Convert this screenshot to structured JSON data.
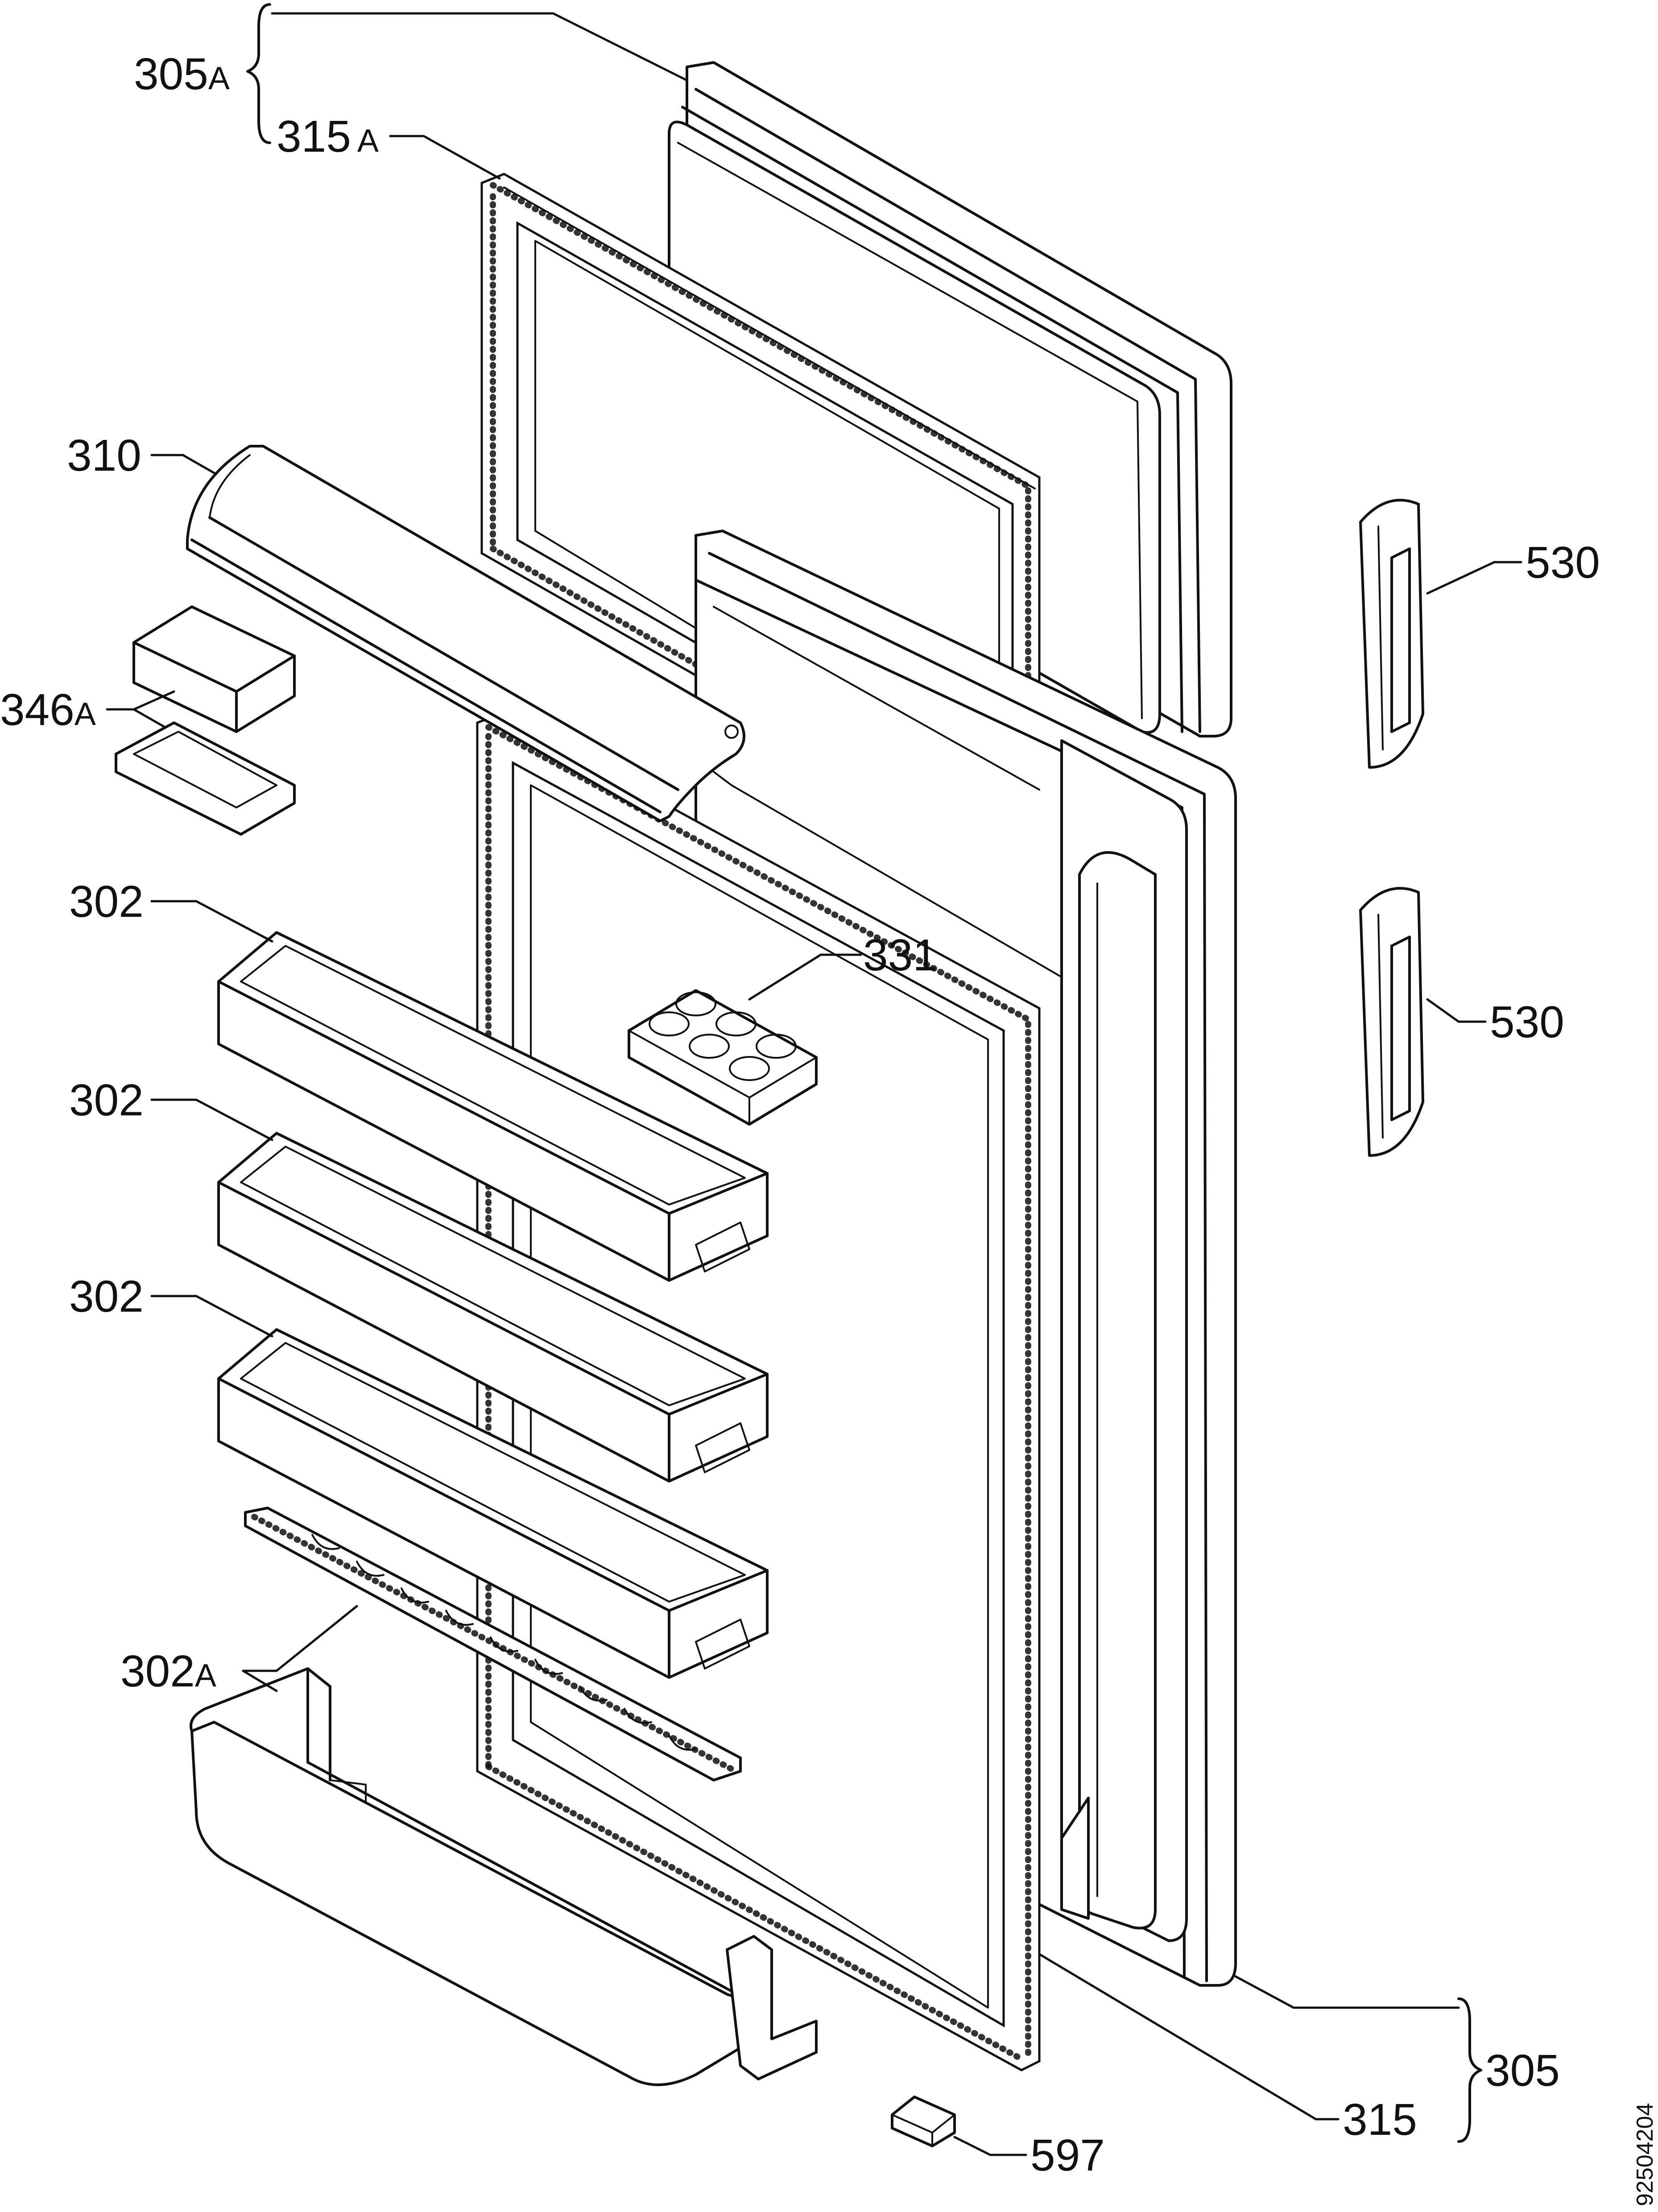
{
  "diagram": {
    "document_number": "92504204",
    "labels": [
      {
        "id": "305A",
        "num": "305",
        "suffix": "A"
      },
      {
        "id": "315A",
        "num": "315",
        "suffix": "A"
      },
      {
        "id": "310",
        "num": "310",
        "suffix": ""
      },
      {
        "id": "346A",
        "num": "346",
        "suffix": "A"
      },
      {
        "id": "302-1",
        "num": "302",
        "suffix": ""
      },
      {
        "id": "302-2",
        "num": "302",
        "suffix": ""
      },
      {
        "id": "302-3",
        "num": "302",
        "suffix": ""
      },
      {
        "id": "302A",
        "num": "302",
        "suffix": "A"
      },
      {
        "id": "331",
        "num": "331",
        "suffix": ""
      },
      {
        "id": "530-1",
        "num": "530",
        "suffix": ""
      },
      {
        "id": "530-2",
        "num": "530",
        "suffix": ""
      },
      {
        "id": "305",
        "num": "305",
        "suffix": ""
      },
      {
        "id": "315",
        "num": "315",
        "suffix": ""
      },
      {
        "id": "597",
        "num": "597",
        "suffix": ""
      }
    ]
  }
}
